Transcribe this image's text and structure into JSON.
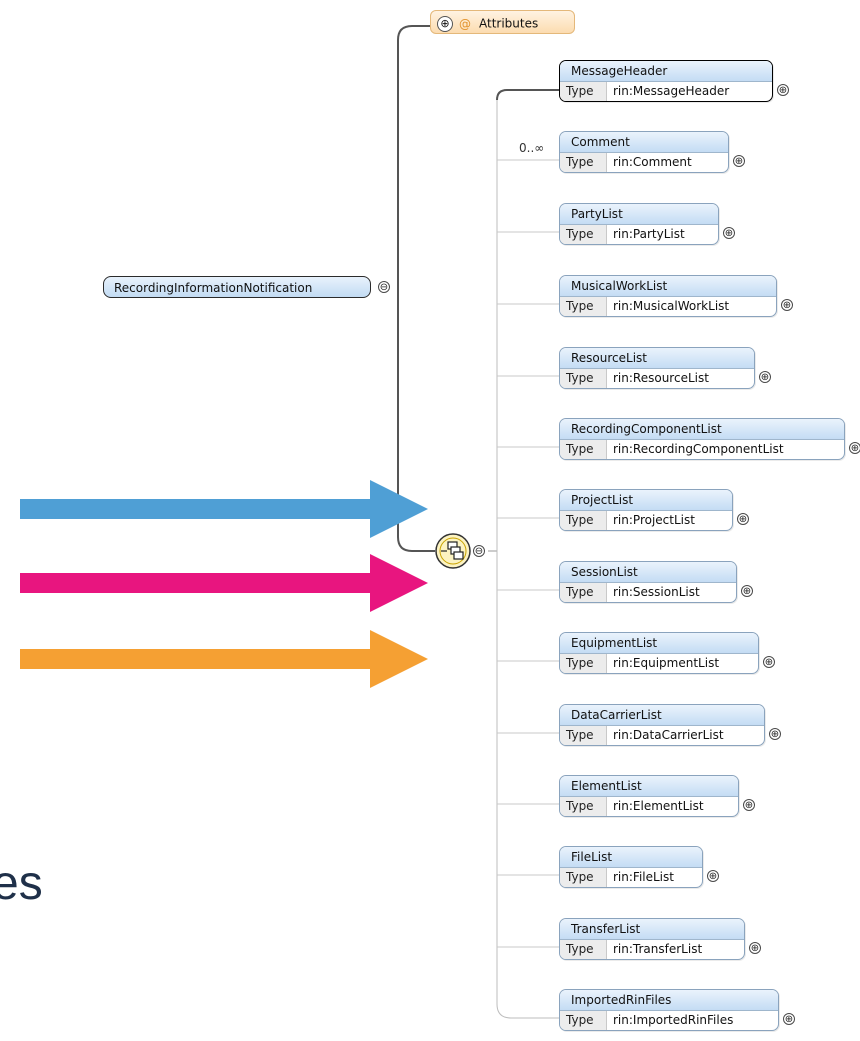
{
  "root": {
    "name": "RecordingInformationNotification",
    "control": "⊖"
  },
  "attributes": {
    "label": "Attributes",
    "control": "⊕",
    "at_symbol": "@"
  },
  "sequence": {
    "control": "⊖"
  },
  "type_label": "Type",
  "expand_control": "⊕",
  "elements": [
    {
      "name": "MessageHeader",
      "type": "rin:MessageHeader",
      "mandatory": true,
      "cardinality": ""
    },
    {
      "name": "Comment",
      "type": "rin:Comment",
      "mandatory": false,
      "cardinality": "0..∞"
    },
    {
      "name": "PartyList",
      "type": "rin:PartyList",
      "mandatory": false,
      "cardinality": ""
    },
    {
      "name": "MusicalWorkList",
      "type": "rin:MusicalWorkList",
      "mandatory": false,
      "cardinality": ""
    },
    {
      "name": "ResourceList",
      "type": "rin:ResourceList",
      "mandatory": false,
      "cardinality": ""
    },
    {
      "name": "RecordingComponentList",
      "type": "rin:RecordingComponentList",
      "mandatory": false,
      "cardinality": ""
    },
    {
      "name": "ProjectList",
      "type": "rin:ProjectList",
      "mandatory": false,
      "cardinality": ""
    },
    {
      "name": "SessionList",
      "type": "rin:SessionList",
      "mandatory": false,
      "cardinality": ""
    },
    {
      "name": "EquipmentList",
      "type": "rin:EquipmentList",
      "mandatory": false,
      "cardinality": ""
    },
    {
      "name": "DataCarrierList",
      "type": "rin:DataCarrierList",
      "mandatory": false,
      "cardinality": ""
    },
    {
      "name": "ElementList",
      "type": "rin:ElementList",
      "mandatory": false,
      "cardinality": ""
    },
    {
      "name": "FileList",
      "type": "rin:FileList",
      "mandatory": false,
      "cardinality": ""
    },
    {
      "name": "TransferList",
      "type": "rin:TransferList",
      "mandatory": false,
      "cardinality": ""
    },
    {
      "name": "ImportedRinFiles",
      "type": "rin:ImportedRinFiles",
      "mandatory": false,
      "cardinality": ""
    }
  ],
  "arrows": [
    {
      "color": "#4f9fd5"
    },
    {
      "color": "#e8157f"
    },
    {
      "color": "#f5a033"
    }
  ],
  "partial_text": "es"
}
